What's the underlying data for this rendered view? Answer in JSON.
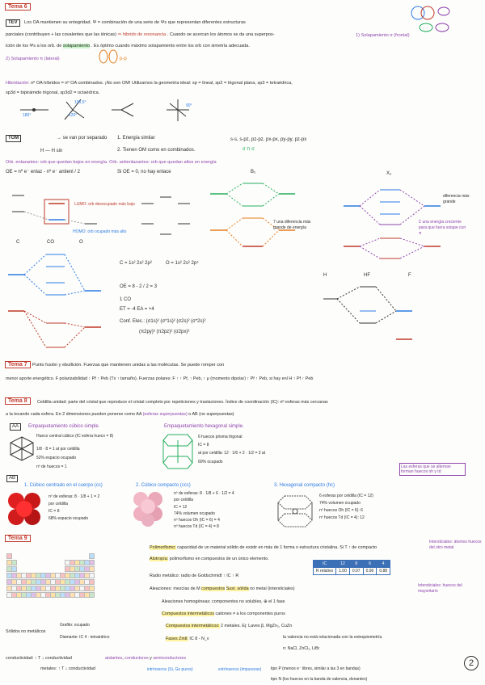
{
  "page_number": "2",
  "tema6": {
    "title": "Tema 6",
    "tev_label": "TEV",
    "line1": "Los OA mantienen su entegridad. Ψ = combinación de una serie de Ψs que representan diferentes estructuras",
    "line2": "parciales (contribuyen + las covalentes que las iónicas)",
    "line2_hl": "⇒ hibrido de resonancia",
    "line2_end": ". Cuando se acercan los átomos se da una superpos-",
    "line3": "ición de los Ψs a los orb. de",
    "line3_hl": "solapamiento",
    "line3_end": ". Es óptimo cuando máximo solapamiento entre los orb con simetría adecuada.",
    "sigma_label": "1) Solapamiento σ (frontal)",
    "pi_label": "2) Solapamiento π (lateral)",
    "pp_label": "p-p",
    "hib_label": "Hibridación:",
    "hib_text": "nº OA híbridos = nº OA combinados. ¡No son OM! Utilizamos la geometría ideal:",
    "hib_geom": "sp = lineal, sp2 = trigonal plana, sp3 = tetraédrica,",
    "hib_geom2": "sp3d = bipirámide trigonal, sp3d2 = octaédrica.",
    "angle1": "180°",
    "angle2": "109,5°",
    "angle3": "120°",
    "angle4": "90°"
  },
  "tom": {
    "label": "TOM",
    "intro": "→ se van por separado",
    "h2": "H — H sin",
    "rule1": "1. Energía similar",
    "rule2": "2. Tienen OM como en combinados.",
    "orders": "s-s, s-pz, pz-pz, px-px, py-py, pz-px",
    "sigma_sym": "σ        π        σ",
    "ob_text": "Orb. enlazantes: orb que quedan bajos en energía.",
    "oab_text": "Orb. antienlazantes: orb que quedan altos en energía",
    "oe_formula": "OE = nº e⁻ enlaz - nº e⁻ antienl / 2",
    "oe_zero": "Si OE = 0, no hay enlace",
    "lumo": "LUMO: orb desocupado más bajo",
    "homo": "HOMO: orb ocupado más alto",
    "c_label": "C",
    "co_label": "CO",
    "o_label": "O",
    "config_c": "C = 1s² 2s² 2p²",
    "config_o": "O = 1s² 2s² 2p⁴",
    "oe_co": "OE = 8 - 2 / 2 = 3",
    "co_bond": "1 CO",
    "ec_co": "ET = -4   EA = +4",
    "conf_elec": "Conf. Elec.: (σ1s)² (σ*1s)² (σ2s)² (σ*2s)²",
    "conf_elec2": "(π2py)² (π2pz)² (σ2px)²",
    "diff_energy": "7 una diferencia más grande de energía",
    "diff_energy2": "Σ una energía creciente para que fuera solape con π",
    "dipole": "diferencia más grande",
    "b2_label": "B₂",
    "x2_label": "X₂",
    "h_label": "H",
    "hf_label": "HF",
    "f_label": "F"
  },
  "tema7": {
    "title": "Tema 7",
    "line1": "Punto fusión y ebullición. Fuerzas que mantienen unidas a las moléculas. Se puede romper con",
    "line2": "menor aporte energético. F polarizabilidad ↑ Pf ↑ Peb (Tx ↑ tamaño). Fuerzas polares: F ↑ ↑ Pf, ↑ Peb,",
    "line2_end": "↑ μ (momento dipolar) ↑ Pf ↑ Peb, si hay enl H ↑ Pf ↑ Peb"
  },
  "tema8": {
    "title": "Tema 8",
    "line1": "Celdilla unidad: parte del cristal que reproduce el cristal completo por repeticiones y traslaciones.",
    "line1_end": "Índice de coordinación (IC): nº esferas más cercanas",
    "line2": "a la tocando cada esfera. En 2 dimensiones pueden ponerse como AA",
    "line2_mid": "(esferas superpuestas)",
    "line2_end": "o AB (no superpuestas)",
    "aa_label": "AA",
    "aa_title": "Empaquetamiento cúbico simple.",
    "aa2_title": "Empaquetamiento hexagonal simple.",
    "aa_text1": "Hueco central cúbico (IC esfera hueco = 8)",
    "aa_text2": "1/8 · 8 = 1 at por celdilla",
    "aa_text3": "52% espacio ocupado",
    "aa_text4": "nº de huecos = 1",
    "aa2_text1": "6 huecos prisma trigonal",
    "aa2_text2": "IC = 8",
    "aa2_text3": "at por celdilla: 12 · 1/6 + 2 · 1/2 = 3 at",
    "aa2_text4": "60% ocupado",
    "ab_note": "Las esferas que se alternan forman huecos oh y td",
    "ab_label": "AB",
    "cc_title": "1. Cúbico centrado en el cuerpo (cc)",
    "cc_text1": "nº de esferas: 8 · 1/8 + 1 = 2",
    "cc_text2": "por celdilla",
    "cc_text3": "IC = 8",
    "cc_text4": "68% espacio ocupado",
    "ccp_title": "2. Cúbico compacto (ccc)",
    "ccp_text1": "nº de esferas: 8 · 1/8 + 6 · 1/2 = 4",
    "ccp_text2": "por celdilla",
    "ccp_text3": "IC = 12",
    "ccp_text4": "74% volumen ocupado",
    "ccp_text5": "nº huecos Oh (IC = 6) = 4",
    "ccp_text6": "nº huecos Td (IC = 4) = 8",
    "hc_title": "3. Hexagonal compacto (hc)",
    "hc_text1": "6 esferas por celdilla (IC = 12)",
    "hc_text2": "74% volumen ocupado",
    "hc_text3": "nº huecos Oh (IC = 6): 6",
    "hc_text4": "nº huecos Td (IC = 4): 12"
  },
  "tema9": {
    "title": "Tema 9",
    "poli": "Polimorfismo:",
    "poli_text": "capacidad de un material sólido de existir en más de 1 forma o estructura cristalina. Si T ↑ de compacto",
    "alotro": "Alotropía:",
    "alotro_text": "polimorfismo en compuestos de un único elemento.",
    "radio": "Radio metálico: radio de Goldschmidt ↑ IC ↑ R",
    "aleac": "Aleaciones: mezclas de M",
    "aleac_mid": "compuestos",
    "aleac_end": "Sust. sólida",
    "aleac_note": "no metal (intersticiales)",
    "homo": "Aleaciones homogéneas: componentes no solubles, ⊕ el 1 fase",
    "intermet": "Compuestos intermetálicos",
    "intermet_text": "cationes ≠ a los componentes puros",
    "cmp_inter": "Compuestos intermetálicos:",
    "cmp_inter_text": "2 metales. Ej: Laves β, MgZn₂, CuZn",
    "zintl": "Fases Zintl:",
    "zintl_text": "IC 8 - N_v",
    "zintl_extra": "la valencia no está relacionada con la estequiometría",
    "no_met": "Sólidos no metálicos",
    "grafito": "Grafito: ocupado",
    "diamante": "Diamante: IC 4 · tetraédrico",
    "conductividad": "conductividad: ↑ T ↓ conductividad",
    "metales": "metales: ↑ T ↓ conductividad",
    "aislantes": "aislantes",
    "conductores": "conductores",
    "semicond": "semiconductores",
    "intrinseco": "intrínsecos (Si, Ge puros)",
    "extrinseco": "extrínsecos (impurezas)",
    "tipo_p": "tipo P (menos e⁻ libres, similar a las 3 en bandas)",
    "tipo_n": "tipo N (los huecos en la banda de valencia, donantes)",
    "np": "n: NaCl, ZnCl₂, LiBr",
    "intersticiales": "Intersticiales: átomos huecos del otro metal",
    "intersticiales2": "Intersticiales: huecos del mayoritario",
    "table_head": [
      "IC",
      "12",
      "8",
      "6",
      "4"
    ],
    "table_row": [
      "R relativo",
      "1.00",
      "0.97",
      "0.96",
      "0.88"
    ]
  },
  "colors": {
    "red": "#c0392b",
    "purple": "#8e44ad",
    "blue": "#2c7be5",
    "green": "#27ae60",
    "orange": "#e67e22",
    "yellow_hl": "#fff3a0"
  }
}
